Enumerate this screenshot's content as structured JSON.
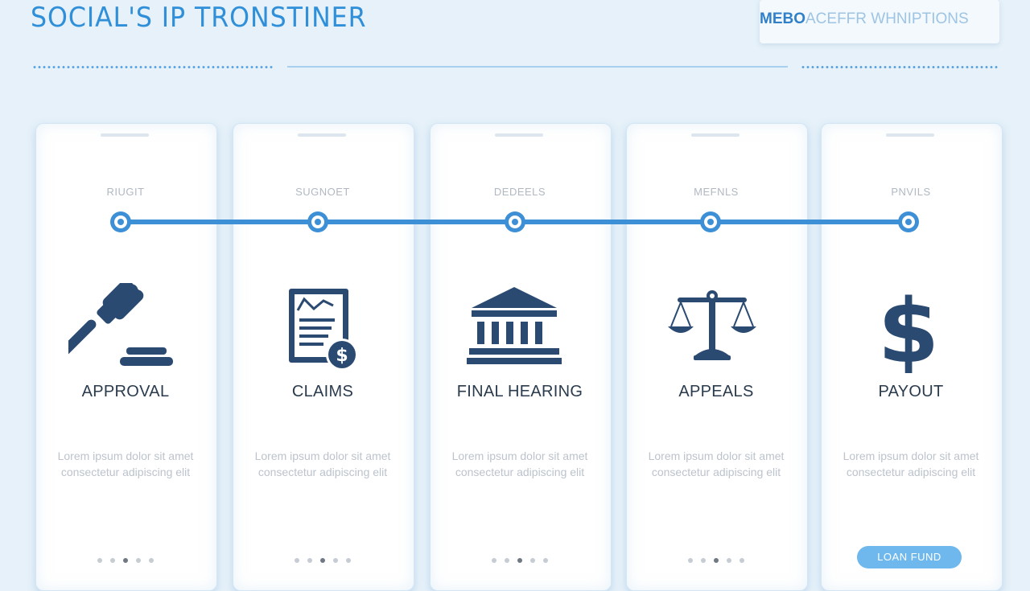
{
  "header": {
    "title": "SOCIAL'S IP TRONSTINER",
    "badge_bold": "MEBO",
    "badge_rest": "ACEFFR WHNIPTIONS"
  },
  "stages": [
    {
      "small": "RIUGIT",
      "label": "APPROVAL",
      "icon": "gavel-icon",
      "desc": "Lorem ipsum dolor sit amet consectetur adipiscing elit"
    },
    {
      "small": "SUGNOET",
      "label": "CLAIMS",
      "icon": "claim-document-icon",
      "desc": "Lorem ipsum dolor sit amet consectetur adipiscing elit"
    },
    {
      "small": "DEDEELS",
      "label": "FINAL HEARING",
      "icon": "courthouse-icon",
      "desc": "Lorem ipsum dolor sit amet consectetur adipiscing elit"
    },
    {
      "small": "MEFNLS",
      "label": "APPEALS",
      "icon": "scales-icon",
      "desc": "Lorem ipsum dolor sit amet consectetur adipiscing elit"
    },
    {
      "small": "PNVILS",
      "label": "PAYOUT",
      "icon": "dollar-icon",
      "desc": "Lorem ipsum dolor sit amet consectetur adipiscing elit"
    }
  ],
  "cta_label": "LOAN FUND",
  "colors": {
    "accent": "#3d8fd6",
    "icon": "#2b4a72",
    "background": "#e6f1f9"
  }
}
